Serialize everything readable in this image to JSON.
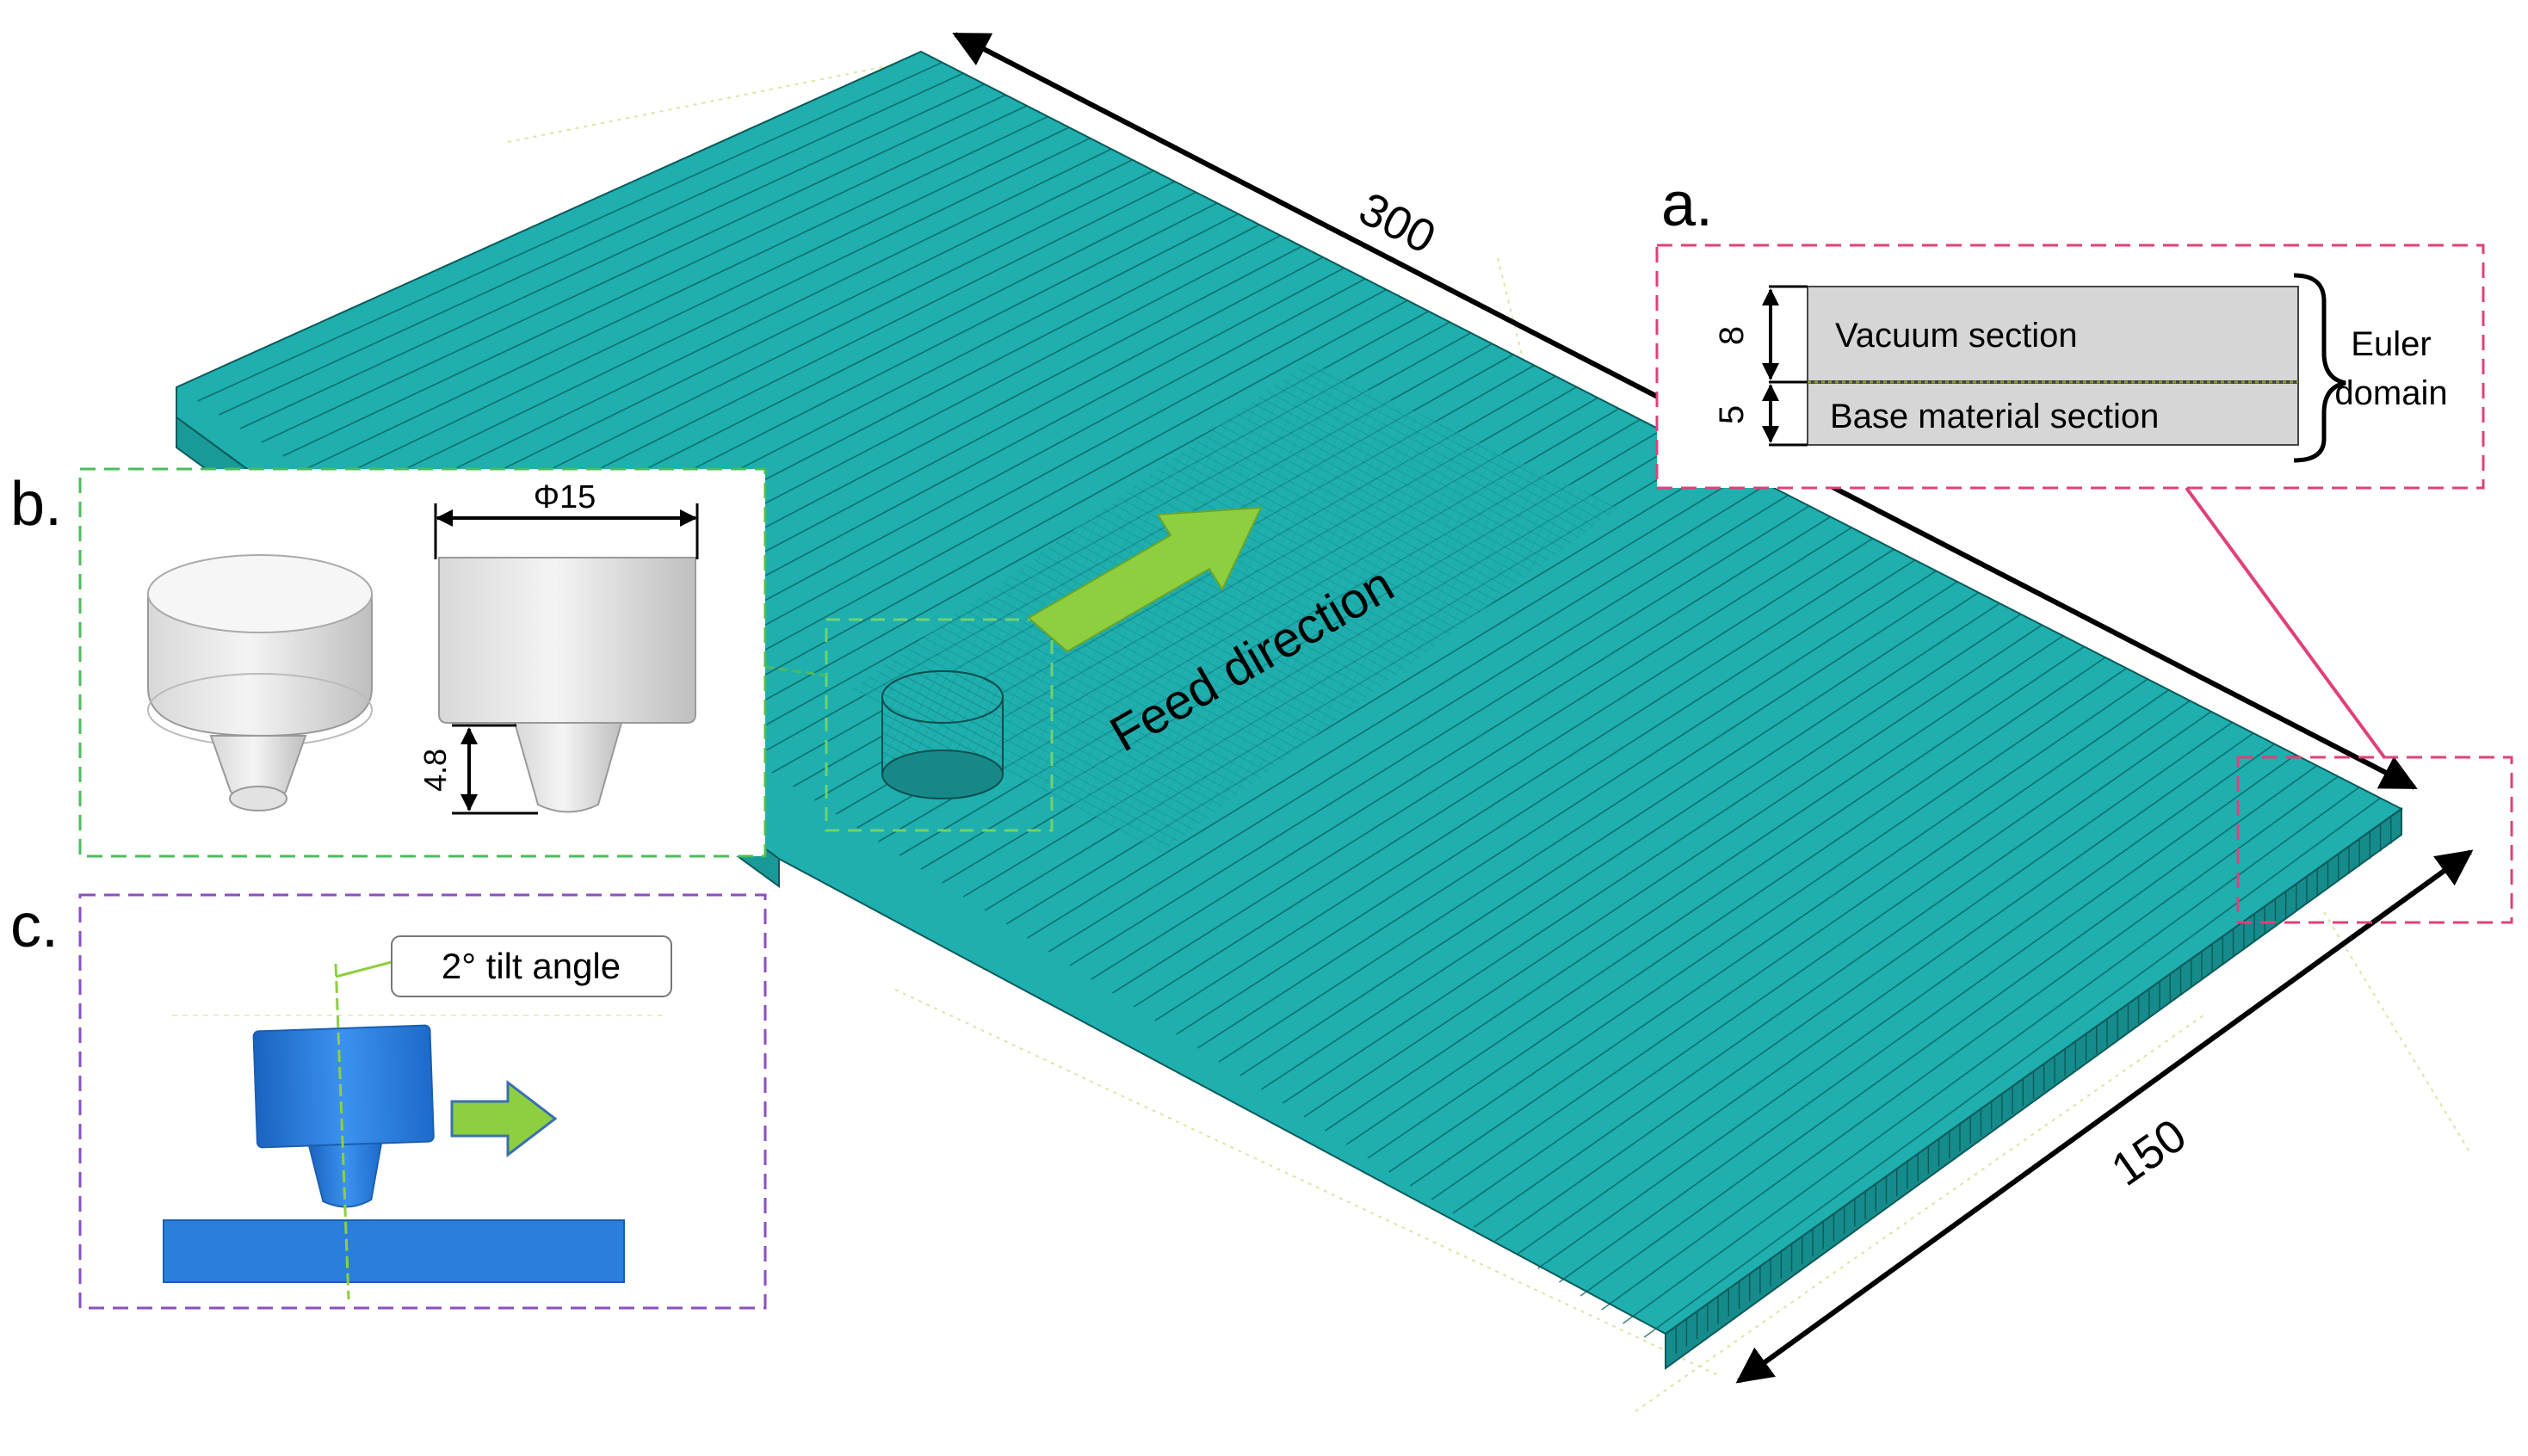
{
  "dimensions": {
    "length": "300",
    "width": "150",
    "tool_diameter": "Φ15",
    "pin_length": "4.8",
    "vacuum_thickness": "8",
    "base_thickness": "5"
  },
  "annotations": {
    "feed_direction": "Feed direction",
    "tilt_angle": "2° tilt angle"
  },
  "inset_a": {
    "label": "a.",
    "vacuum_section": "Vacuum section",
    "base_section": "Base material section",
    "domain_line1": "Euler",
    "domain_line2": "domain"
  },
  "inset_b": {
    "label": "b."
  },
  "inset_c": {
    "label": "c."
  },
  "colors": {
    "mesh": "#1eafae",
    "mesh_line": "#0b5a5a",
    "arrow_green": "#8ecf3f",
    "inset_a_border": "#e0407a",
    "inset_b_border": "#4cbc5c",
    "inset_c_border": "#8a4fc0",
    "tool_blue": "#2a7fdc"
  }
}
